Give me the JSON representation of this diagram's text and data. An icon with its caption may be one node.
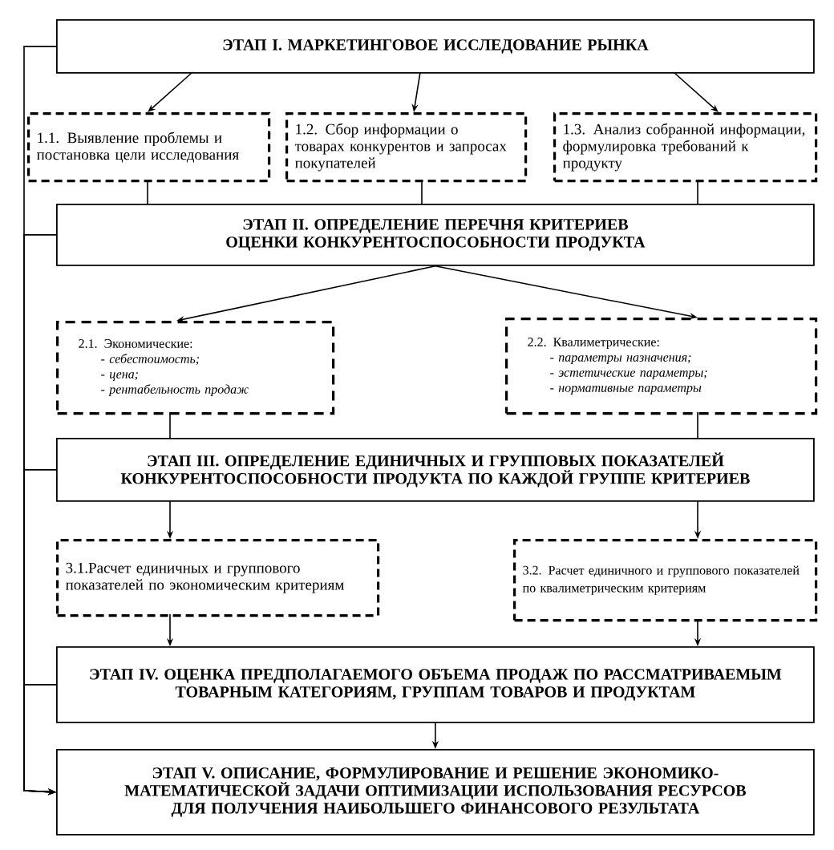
{
  "diagram": {
    "nodes": [
      {
        "text": [
          "ЭТАП I. МАРКЕТИНГОВОЕ ИССЛЕДОВАНИЕ РЫНКА"
        ]
      },
      {
        "text": [
          "1.1. Выявление проблемы и постановка цели исследования"
        ]
      },
      {
        "text": [
          "1.2. Сбор информации о товарах конкурентов и запросах покупателей"
        ]
      },
      {
        "text": [
          "1.3. Анализ собранной информации, формулировка требований к продукту"
        ]
      },
      {
        "text": [
          "ЭТАП II. ОПРЕДЕЛЕНИЕ ПЕРЕЧНЯ КРИТЕРИЕВ ОЦЕНКИ КОНКУРЕНТОСПОСОБНОСТИ ПРОДУКТА"
        ]
      },
      {
        "text": [
          "2.1. Экономические:",
          "- себестоимость;",
          "- цена;",
          "- рентабельность продаж"
        ]
      },
      {
        "text": [
          "2.2. Квалиметрические:",
          "- параметры назначения;",
          "- эстетические параметры;",
          "- нормативные параметры"
        ]
      },
      {
        "text": [
          "ЭТАП III. ОПРЕДЕЛЕНИЕ ЕДИНИЧНЫХ И ГРУППОВЫХ ПОКАЗАТЕЛЕЙ КОНКУРЕНТОСПОСОБНОСТИ ПРОДУКТА ПО КАЖДОЙ ГРУППЕ КРИТЕРИЕВ"
        ]
      },
      {
        "text": [
          "3.1.Расчет единичных и группового показателей по экономическим критериям"
        ]
      },
      {
        "text": [
          "3.2. Расчет единичного и группового показателей по квалиметрическим критериям"
        ]
      },
      {
        "text": [
          "ЭТАП IV. ОЦЕНКА ПРЕДПОЛАГАЕМОГО ОБЪЕМА ПРОДАЖ ПО РАССМАТРИВАЕМЫМ ТОВАРНЫМ КАТЕГОРИЯМ, ГРУППАМ ТОВАРОВ И ПРОДУКТАМ"
        ]
      },
      {
        "text": [
          "ЭТАП V. ОПИСАНИЕ, ФОРМУЛИРОВАНИЕ И РЕШЕНИЕ ЭКОНОМИКО-МАТЕМАТИЧЕСКОЙ ЗАДАЧИ ОПТИМИЗАЦИИ ИСПОЛЬЗОВАНИЯ РЕСУРСОВ ДЛЯ ПОЛУЧЕНИЯ НАИБОЛЬШЕГО ФИНАНСОВОГО РЕЗУЛЬТАТА"
        ]
      }
    ],
    "edges": [
      {
        "from": 0,
        "to": 1,
        "arrow": "to"
      },
      {
        "from": 0,
        "to": 2,
        "arrow": "to"
      },
      {
        "from": 0,
        "to": 3,
        "arrow": "to"
      },
      {
        "from": 1,
        "to": 4,
        "arrow": "none"
      },
      {
        "from": 2,
        "to": 4,
        "arrow": "none"
      },
      {
        "from": 3,
        "to": 4,
        "arrow": "none"
      },
      {
        "from": 4,
        "to": 5,
        "arrow": "to"
      },
      {
        "from": 4,
        "to": 6,
        "arrow": "to"
      },
      {
        "from": 5,
        "to": 7,
        "arrow": "none"
      },
      {
        "from": 6,
        "to": 7,
        "arrow": "none"
      },
      {
        "from": 7,
        "to": 8,
        "arrow": "to"
      },
      {
        "from": 7,
        "to": 9,
        "arrow": "to"
      },
      {
        "from": 8,
        "to": 10,
        "arrow": "to"
      },
      {
        "from": 9,
        "to": 10,
        "arrow": "to"
      },
      {
        "from": 10,
        "to": 11,
        "arrow": "to"
      },
      {
        "from": 0,
        "to": 11,
        "arrow": "to"
      },
      {
        "from": 4,
        "to": 11,
        "arrow": "to"
      },
      {
        "from": 7,
        "to": 11,
        "arrow": "to"
      },
      {
        "from": 10,
        "to": 11,
        "arrow": "to"
      }
    ]
  }
}
